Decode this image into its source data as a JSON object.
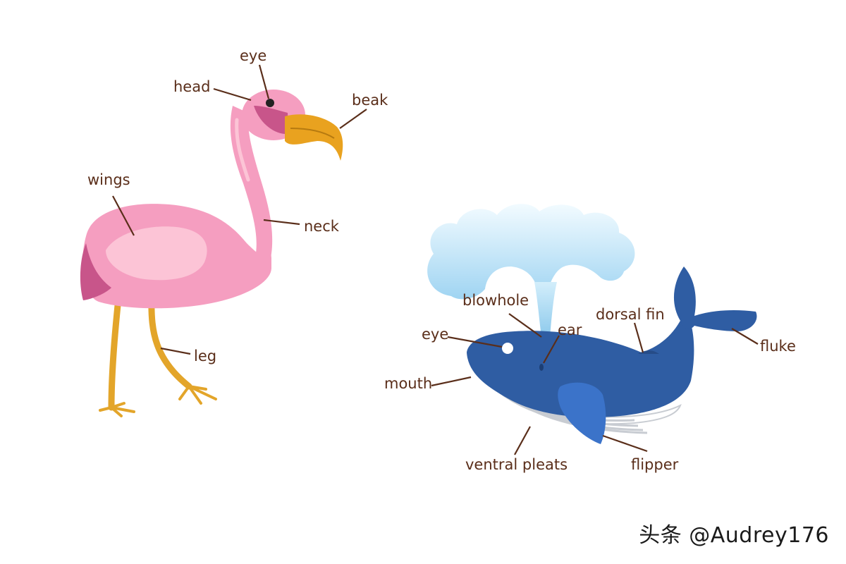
{
  "flamingo": {
    "labels": {
      "eye": "eye",
      "head": "head",
      "beak": "beak",
      "wings": "wings",
      "neck": "neck",
      "leg": "leg"
    }
  },
  "whale": {
    "labels": {
      "blowhole": "blowhole",
      "eye": "eye",
      "ear": "ear",
      "dorsal_fin": "dorsal fin",
      "fluke": "fluke",
      "mouth": "mouth",
      "ventral_pleats": "ventral pleats",
      "flipper": "flipper"
    }
  },
  "watermark": "头条 @Audrey176",
  "colors": {
    "flamingo_body": "#f59ec0",
    "flamingo_wing": "#fcc4d6",
    "flamingo_dark": "#c8558a",
    "beak": "#e9a21f",
    "leg": "#e3a52a",
    "whale_body": "#2f5da3",
    "whale_flipper": "#3b73c9",
    "water": "#a9dbf5",
    "label_text": "#5a2e1a"
  }
}
